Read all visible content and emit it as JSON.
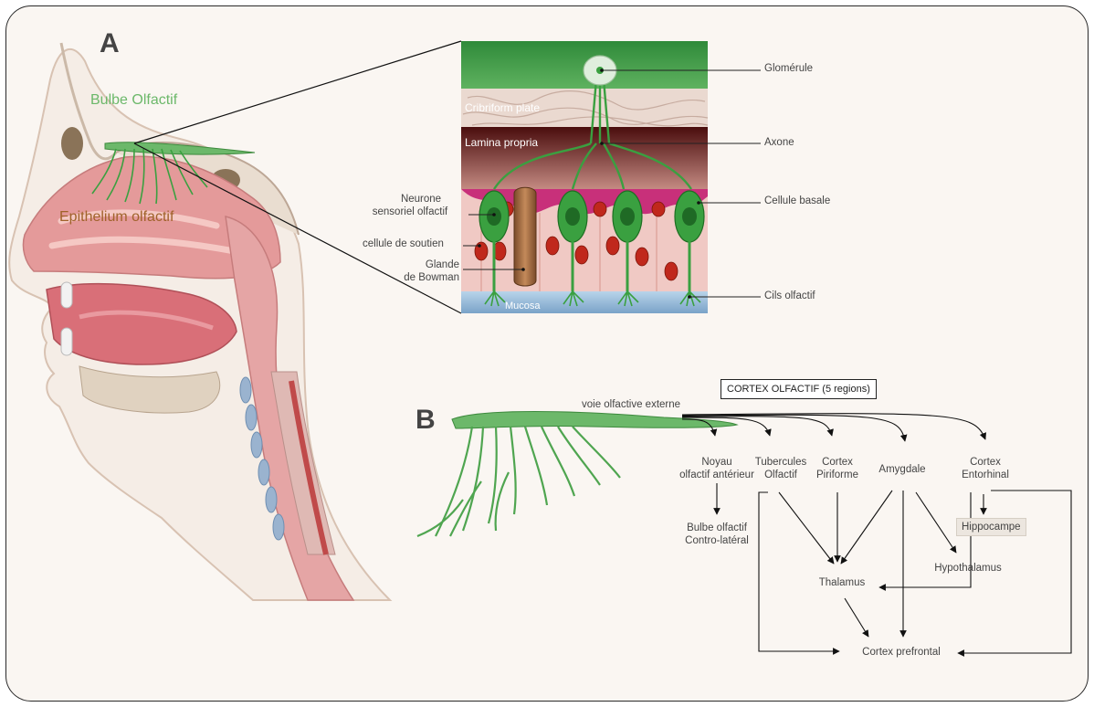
{
  "panel_a": {
    "letter": "A",
    "bulbe_label": "Bulbe Olfactif",
    "epithelium_label": "Epithelium olfactif"
  },
  "inset": {
    "layers": {
      "cribriform": "Cribriform plate",
      "lamina": "Lamina propria",
      "mucosa": "Mucosa"
    },
    "callouts": {
      "glomerule": "Glomérule",
      "axone": "Axone",
      "cellule_basale": "Cellule basale",
      "cils": "Cils olfactif",
      "neurone_l1": "Neurone",
      "neurone_l2": "sensoriel olfactif",
      "soutien": "cellule de soutien",
      "glande_l1": "Glande",
      "glande_l2": "de Bowman"
    }
  },
  "panel_b": {
    "letter": "B",
    "cortex_title": "CORTEX OLFACTIF (5 regions)",
    "voie": "voie olfactive externe",
    "noyau_l1": "Noyau",
    "noyau_l2": "olfactif antérieur",
    "tuber_l1": "Tubercules",
    "tuber_l2": "Olfactif",
    "piri_l1": "Cortex",
    "piri_l2": "Piriforme",
    "amygdale": "Amygdale",
    "ento_l1": "Cortex",
    "ento_l2": "Entorhinal",
    "bulbe_contra_l1": "Bulbe olfactif",
    "bulbe_contra_l2": "Contro-latéral",
    "hippocampe": "Hippocampe",
    "hypothalamus": "Hypothalamus",
    "thalamus": "Thalamus",
    "prefrontal": "Cortex prefrontal"
  },
  "colors": {
    "frame_bg": "#faf6f2",
    "neuron_green": "#3aa040",
    "bulb_green": "#6cb86a",
    "epithelium_text": "#a0622a",
    "mucosa_blue": "#8fb6d8",
    "basal_magenta": "#c8307a"
  }
}
